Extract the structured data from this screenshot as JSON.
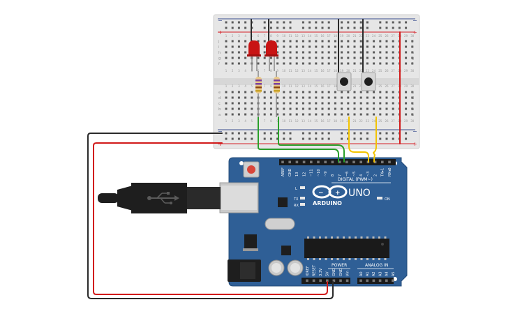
{
  "colors": {
    "breadboard": "#e8e8e8",
    "rail_red": "#d61f26",
    "rail_blue": "#3b4f8f",
    "arduino": "#2f5f96",
    "wire_black": "#2a2a2a",
    "wire_red": "#d11a1a",
    "wire_green": "#2aa02a",
    "wire_yellow": "#f2c400",
    "led_red": "#c81414"
  },
  "breadboard": {
    "row_labels_top": [
      "j",
      "i",
      "h",
      "g",
      "f"
    ],
    "row_labels_bottom": [
      "e",
      "d",
      "c",
      "b",
      "a"
    ],
    "column_numbers": [
      "1",
      "2",
      "3",
      "4",
      "5",
      "6",
      "7",
      "8",
      "9",
      "10",
      "11",
      "12",
      "13",
      "14",
      "15",
      "16",
      "17",
      "18",
      "19",
      "20",
      "21",
      "22",
      "23",
      "24",
      "25",
      "26",
      "27",
      "28",
      "29",
      "30"
    ],
    "rail_plus": "+",
    "rail_minus": "−"
  },
  "arduino": {
    "brand": "ARDUINO",
    "model": "UNO",
    "digital_label": "DIGITAL (PWM~)",
    "digital_pins": [
      "AREF",
      "GND",
      "13",
      "12",
      "~11",
      "~10",
      "~9",
      "8",
      "7",
      "~6",
      "~5",
      "4",
      "~3",
      "2",
      "TX▸1",
      "RX◂0"
    ],
    "power_label": "POWER",
    "power_pins": [
      "IOREF",
      "RESET",
      "3.3V",
      "5V",
      "GND",
      "GND",
      "Vin"
    ],
    "analog_label": "ANALOG IN",
    "analog_pins": [
      "A0",
      "A1",
      "A2",
      "A3",
      "A4",
      "A5"
    ],
    "led_labels": [
      "L",
      "TX",
      "RX"
    ],
    "on_label": "ON"
  },
  "icons": {
    "usb_connector": "usb-b-cable-icon",
    "usb_symbol": "usb-trident-icon"
  }
}
